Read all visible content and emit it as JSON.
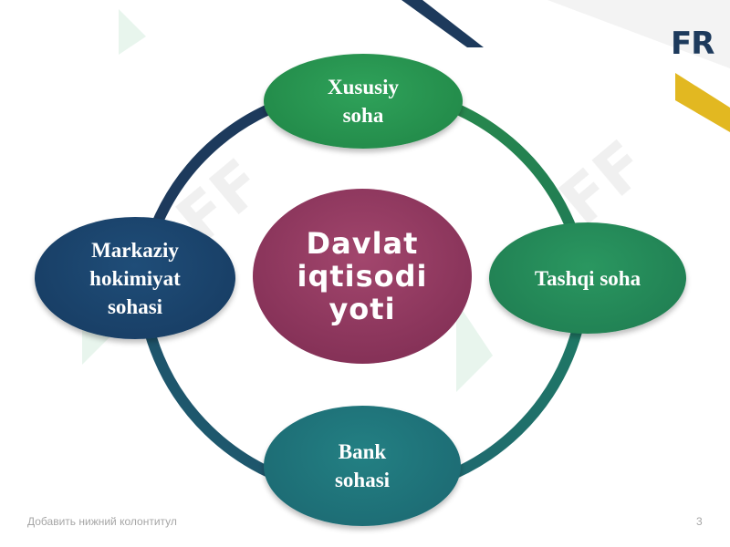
{
  "logo": {
    "text": "FR"
  },
  "diagram": {
    "center": {
      "lines": [
        "Davlat",
        "iqtisodi",
        "yoti"
      ]
    },
    "nodes": {
      "top": {
        "lines": [
          "Xususiy",
          "soha"
        ]
      },
      "right": {
        "lines": [
          "Tashqi soha"
        ]
      },
      "bottom": {
        "lines": [
          "Bank",
          "sohasi"
        ]
      },
      "left": {
        "lines": [
          "Markaziy",
          "hokimiyat",
          "sohasi"
        ]
      }
    }
  },
  "footer": {
    "text": "Добавить нижний колонтитул"
  },
  "slide_number": "3",
  "colors": {
    "navy": "#1d3a5c",
    "gold": "#e2b821",
    "green_top": "#24894a",
    "green_right": "#227a55",
    "teal_bottom": "#1e6a74",
    "navy_left": "#1b3f66",
    "center_maroon": "#93385f"
  }
}
